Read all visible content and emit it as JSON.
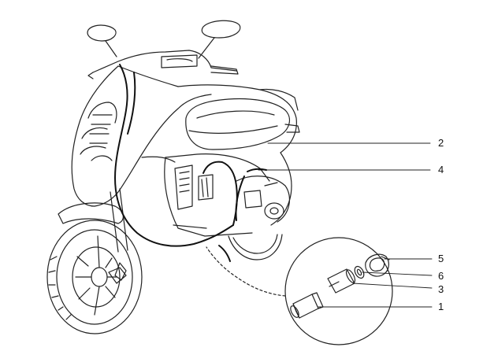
{
  "diagram": {
    "callouts": [
      {
        "id": "c2",
        "label": "2"
      },
      {
        "id": "c4",
        "label": "4"
      },
      {
        "id": "c5",
        "label": "5"
      },
      {
        "id": "c6",
        "label": "6"
      },
      {
        "id": "c3",
        "label": "3"
      },
      {
        "id": "c1",
        "label": "1"
      }
    ],
    "colors": {
      "line": "#222222",
      "cable": "#111111",
      "background": "#ffffff"
    }
  }
}
